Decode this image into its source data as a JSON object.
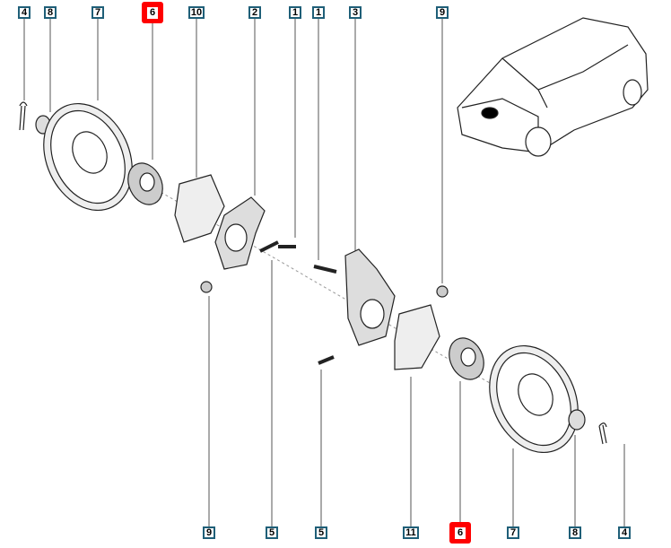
{
  "diagram": {
    "title_hidden": null,
    "highlight_color": "#ff0000",
    "callouts_top": [
      "4",
      "8",
      "7",
      "6",
      "10",
      "2",
      "1",
      "1",
      "3",
      "9"
    ],
    "callouts_bottom": [
      "9",
      "5",
      "5",
      "11",
      "6",
      "7",
      "8",
      "4"
    ],
    "highlighted_part": "6"
  }
}
